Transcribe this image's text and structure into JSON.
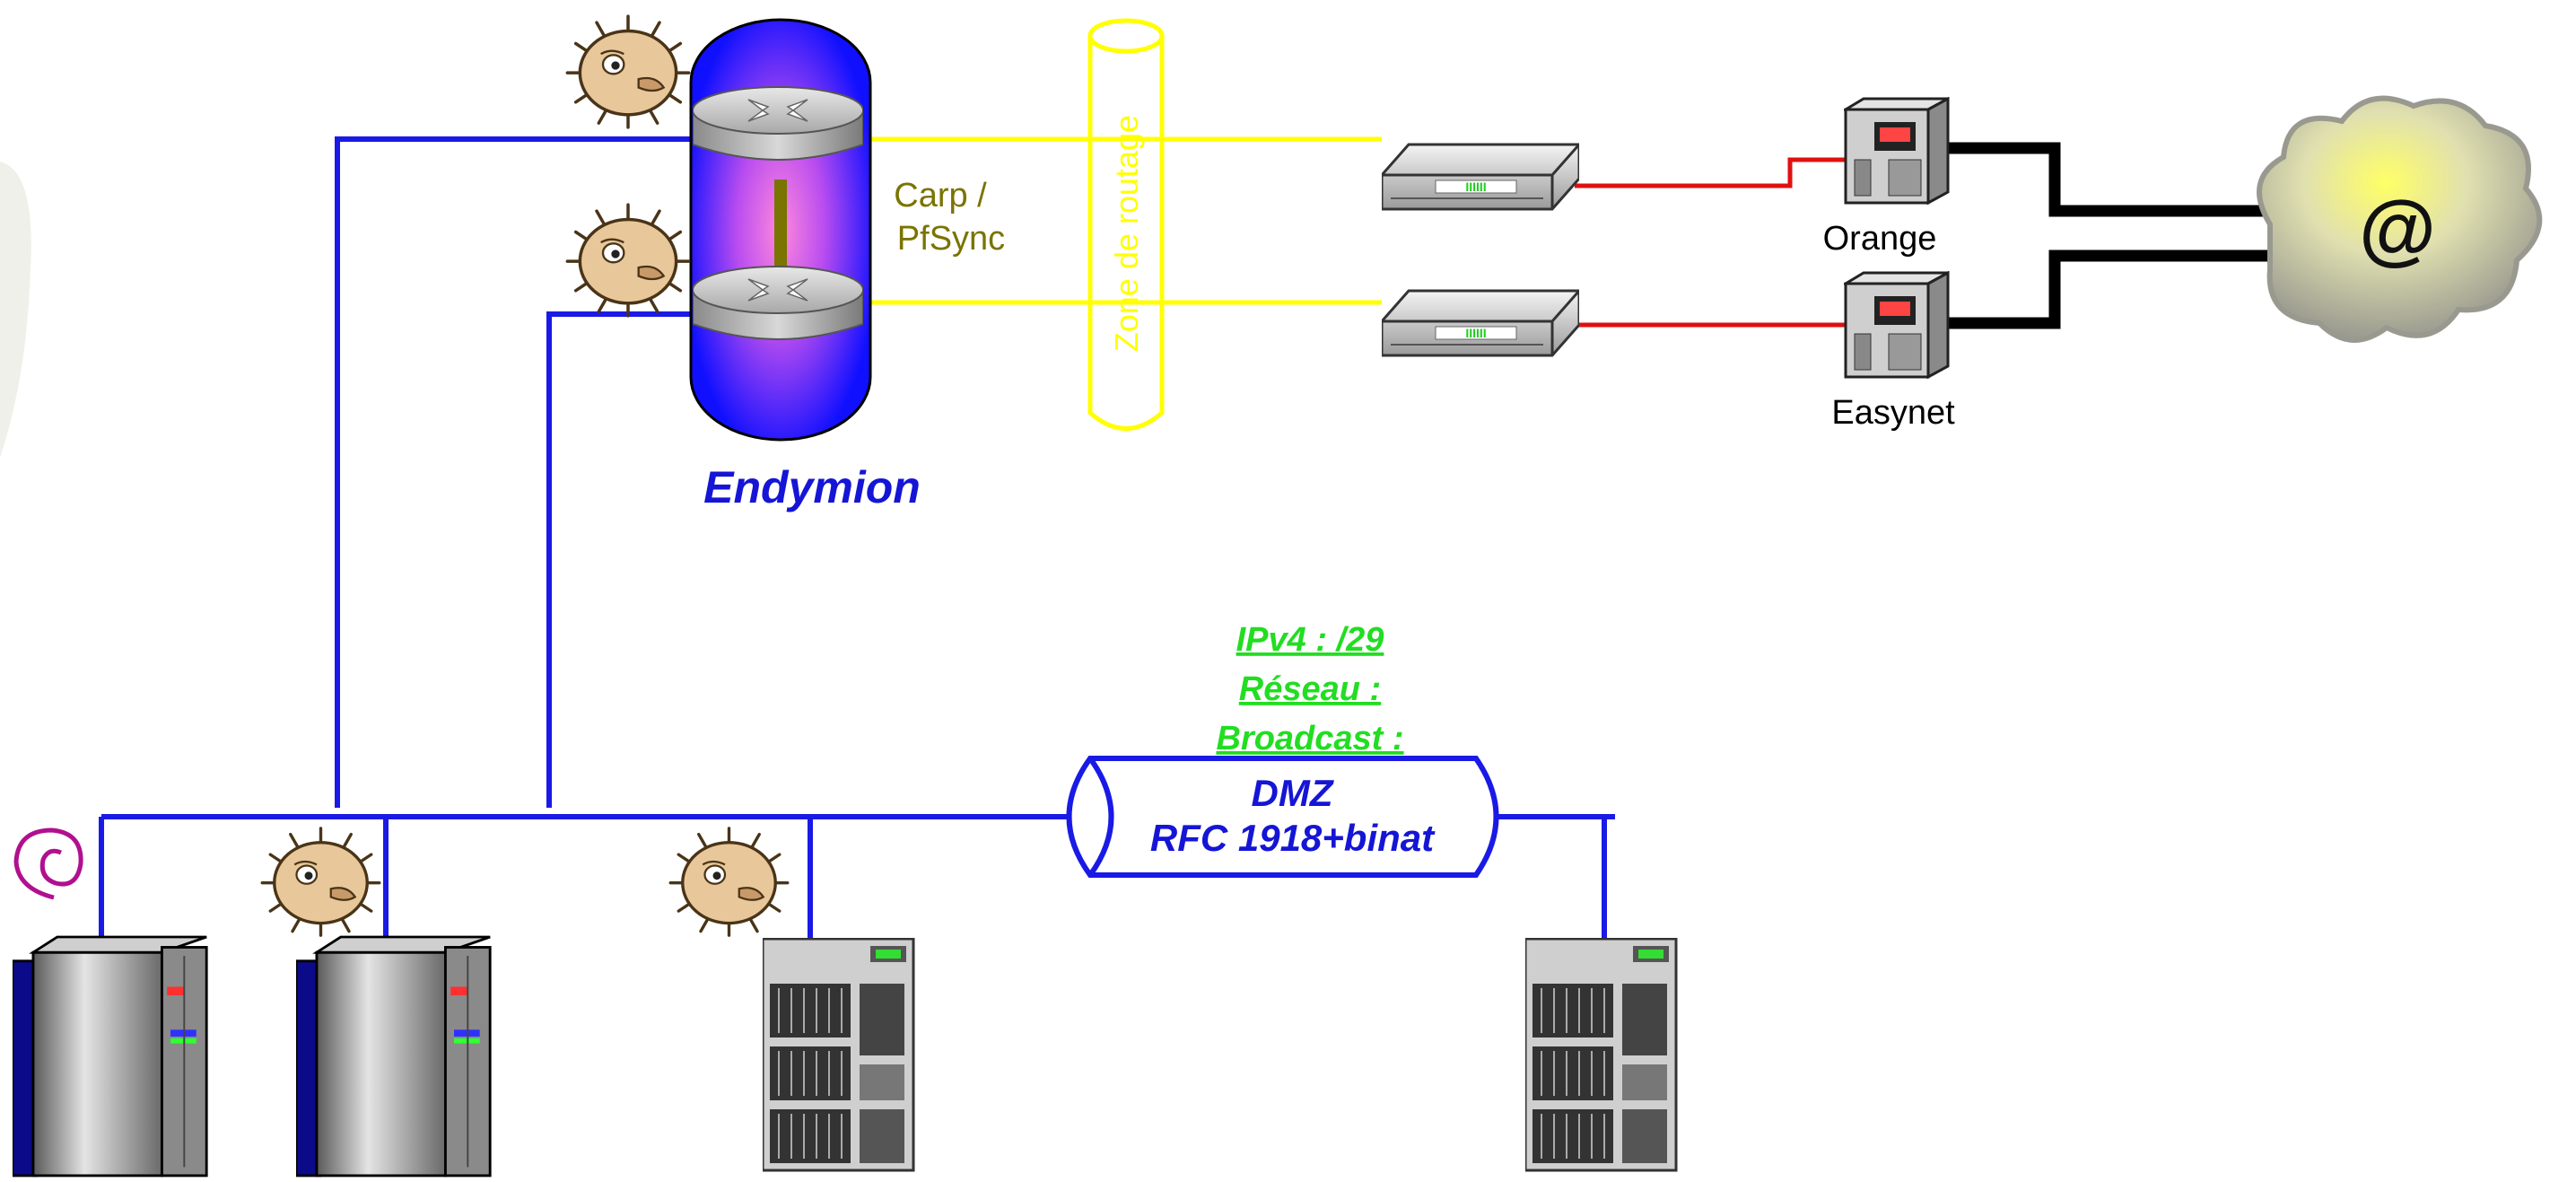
{
  "labels": {
    "endymion": "Endymion",
    "carp_line1": "Carp /",
    "carp_line2": "PfSync",
    "zone": "Zone de routage",
    "orange": "Orange",
    "easynet": "Easynet",
    "internet_symbol": "@",
    "ipv4": "IPv4 : /29",
    "reseau": "Réseau :",
    "broadcast": "Broadcast :",
    "dmz_line1": "DMZ",
    "dmz_line2": "RFC 1918+binat"
  },
  "icons": {
    "firewall_mascot": "pufferfish-icon",
    "debian": "debian-swirl-icon",
    "router": "router-icon",
    "modem": "modem-icon",
    "isp_server": "server-icon",
    "internet": "cloud-icon",
    "tower_server": "tower-server-icon",
    "rack_server": "rack-server-icon"
  },
  "colors": {
    "network_blue": "#1a1ae6",
    "label_blue": "#1515d6",
    "routing_yellow": "#ffff00",
    "wan_red": "#e01010",
    "uplink_black": "#000000",
    "carp_olive": "#7a7400",
    "subnet_green": "#22dd22"
  }
}
